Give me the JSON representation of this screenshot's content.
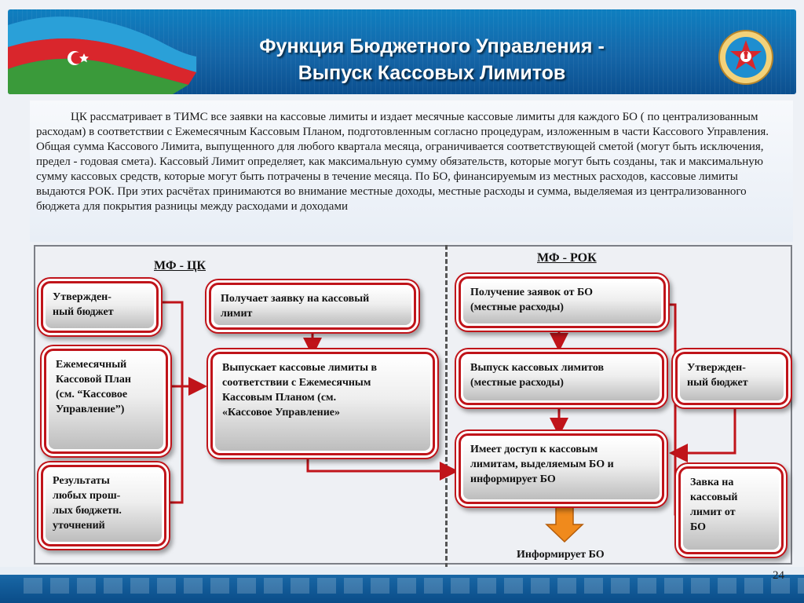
{
  "header": {
    "title_line1": "Функция Бюджетного Управления  -",
    "title_line2": "Выпуск Кассовых Лимитов"
  },
  "intro_text": "ЦК  рассматривает в ТИМС все заявки на кассовые лимиты  и издает месячные кассовые лимиты  для каждого БО ( по централизованным расходам)  в соответствии с Ежемесячным Кассовым Планом, подготовленным согласно процедурам, изложенным в части Кассового Управления. Общая сумма Кассового Лимита, выпущенного для любого квартала месяца, ограничивается соответствующей сметой (могут быть исключения, предел - годовая смета). Кассовый Лимит определяет, как максимальную сумму обязательств, которые могут быть созданы, так и максимальную сумму кассовых средств, которые могут быть потрачены в течение месяца. По БО, финансируемым из местных расходов, кассовые лимиты выдаются РОК. При этих расчётах принимаются во внимание местные доходы, местные расходы и сумма, выделяемая из централизованного бюджета для покрытия разницы между расходами и доходами",
  "diagram": {
    "left_label": "МФ - ЦК",
    "right_label": "МФ - РОК",
    "boxes": {
      "approved_budget_left": "Утвержден-\nный бюджет",
      "monthly_cash_plan": "Ежемесячный\nКассовой План\n(см. “Кассовое\nУправление”)",
      "past_results": "Результаты\nлюбых прош-\nлых бюджетн.\nуточнений",
      "receives_request": "Получает заявку на кассовый\nлимит",
      "issues_limits": "Выпускает кассовые лимиты в\nсоответствии с Ежемесячным\nКассовым Планом (см.\n«Кассовое Управление»",
      "receiving_requests": "Получение заявок от БО\n(местные расходы)",
      "issuing_limits_local": "Выпуск кассовых лимитов\n(местные расходы)",
      "approved_budget_right": "Утвержден-\nный бюджет",
      "has_access": "Имеет доступ к кассовым\nлимитам, выделяемым БО и\nинформирует  БО",
      "request_from_bo": "Завка на\nкассовый\nлимит от\nБО"
    },
    "informs_label": "Информирует БО"
  },
  "footer": {
    "page_number": "24"
  },
  "colors": {
    "header_blue": "#1566a8",
    "box_border_red": "#c0141a",
    "connector_red": "#c0141a",
    "arrow_orange": "#f08a1c"
  }
}
